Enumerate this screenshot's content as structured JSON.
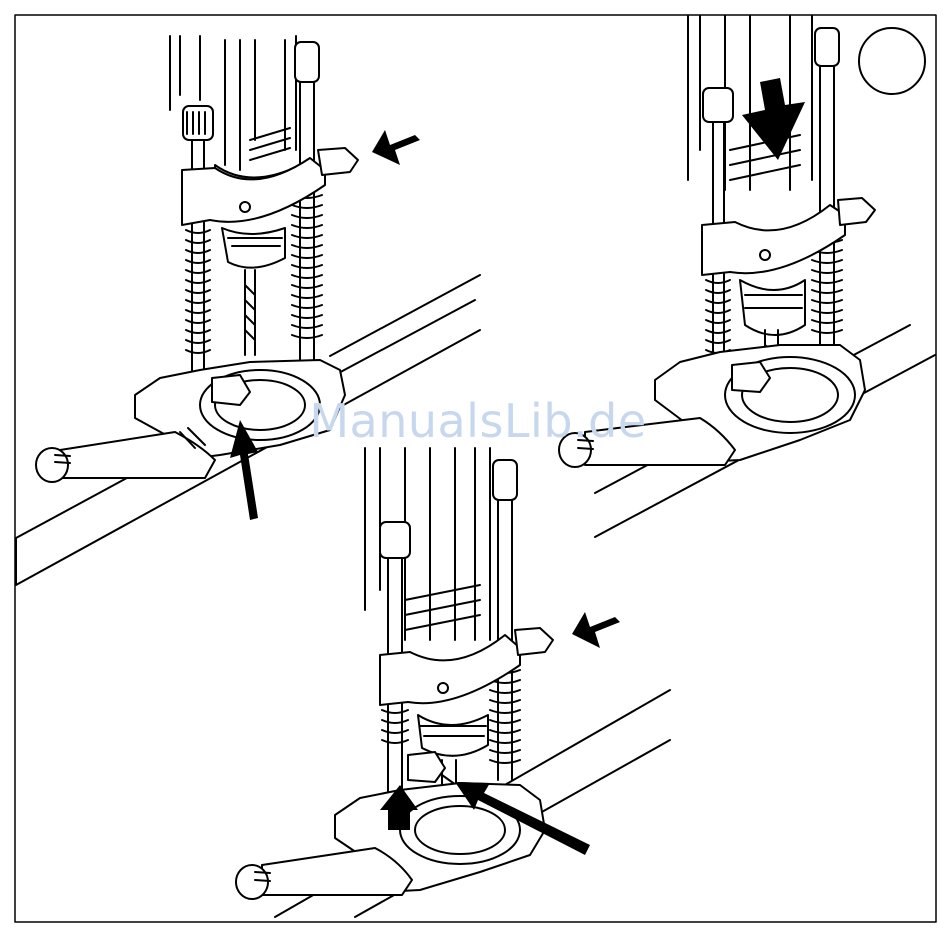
{
  "figure": {
    "description_panels": [
      "drill-stand-setup-left",
      "drill-stand-setup-right",
      "drill-stand-setup-bottom"
    ],
    "marker_circle_label": ""
  },
  "watermark": {
    "text": "ManualsLib.de"
  },
  "colors": {
    "line": "#000000",
    "watermark": "#c7d8ee",
    "background": "#ffffff"
  }
}
